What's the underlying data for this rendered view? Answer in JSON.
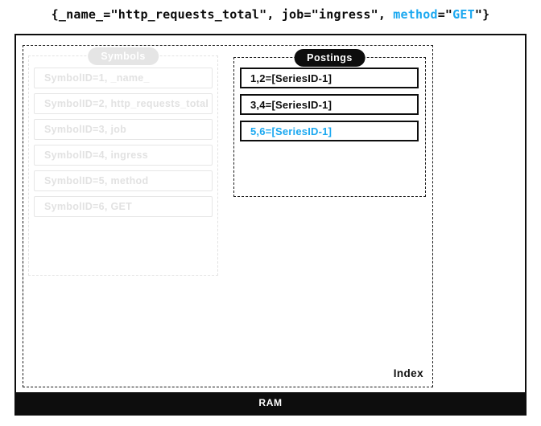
{
  "header": {
    "segments": [
      {
        "text": "{_name_=\"http_requests_total\", job=\"ingress\", ",
        "color": "#0b0b0b"
      },
      {
        "text": "method",
        "color": "#1ba8f0"
      },
      {
        "text": "=\"",
        "color": "#0b0b0b"
      },
      {
        "text": "GET",
        "color": "#1ba8f0"
      },
      {
        "text": "\"}",
        "color": "#0b0b0b"
      }
    ]
  },
  "index": {
    "label": "Index",
    "symbols": {
      "title": "Symbols",
      "items": [
        "SymbolID=1, _name_",
        "SymbolID=2, http_requests_total",
        "SymbolID=3, job",
        "SymbolID=4, ingress",
        "SymbolID=5, method",
        "SymbolID=6, GET"
      ]
    },
    "postings": {
      "title": "Postings",
      "items": [
        {
          "text": "1,2=[SeriesID-1]",
          "highlight": false
        },
        {
          "text": "3,4=[SeriesID-1]",
          "highlight": false
        },
        {
          "text": "5,6=[SeriesID-1]",
          "highlight": true
        }
      ]
    }
  },
  "ram": {
    "label": "RAM"
  },
  "colors": {
    "accent_blue": "#1ba8f0",
    "ink": "#0d0d0d",
    "muted_gray": "#e4e4e4"
  }
}
